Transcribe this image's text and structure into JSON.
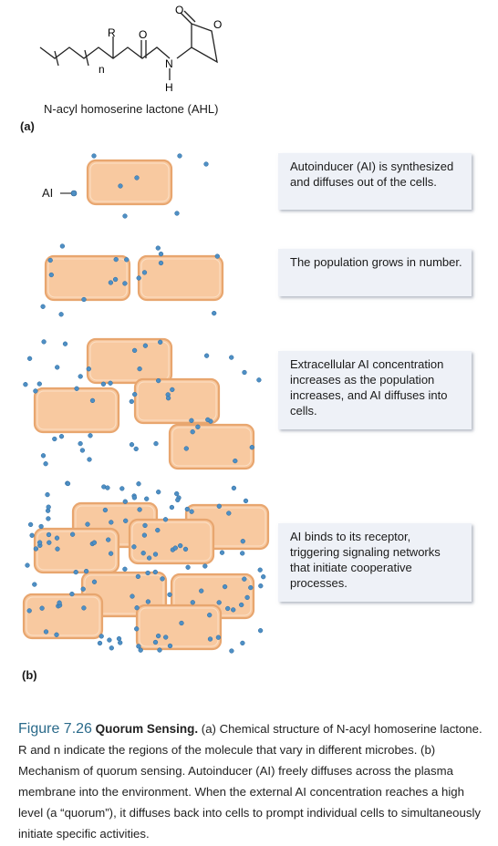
{
  "molecule": {
    "r_label": "R",
    "n_label": "n",
    "o_label": "O",
    "n_atom_label": "N",
    "h_label": "H",
    "caption": "N-acyl homoserine lactone (AHL)"
  },
  "panel_a_label": "(a)",
  "panel_b_label": "(b)",
  "ai_label": "AI",
  "steps": [
    {
      "text": "Autoinducer (AI) is synthesized and diffuses out of the cells."
    },
    {
      "text": "The population grows in number."
    },
    {
      "text": "Extracellular AI concentration increases as the population increases, and AI diffuses into cells."
    },
    {
      "text": "AI binds to its receptor, triggering signaling networks that initiate cooperative processes."
    }
  ],
  "colors": {
    "cell_fill": "#f8c9a0",
    "cell_border": "#e8a66f",
    "ai_dot": "#4e8fc4",
    "box_fill": "#eef1f7",
    "figure_number": "#2a6a8a"
  },
  "figure_caption": {
    "number": "Figure 7.26",
    "title": "Quorum Sensing.",
    "body": "(a) Chemical structure of N-acyl homoserine lactone. R and n indicate the regions of the molecule that vary in different microbes. (b) Mechanism of quorum sensing. Autoinducer (AI) freely diffuses across the plasma membrane into the environment. When the external AI concentration reaches a high level (a “quorum”), it diffuses back into cells to prompt individual cells to simultaneously initiate specific activities."
  }
}
